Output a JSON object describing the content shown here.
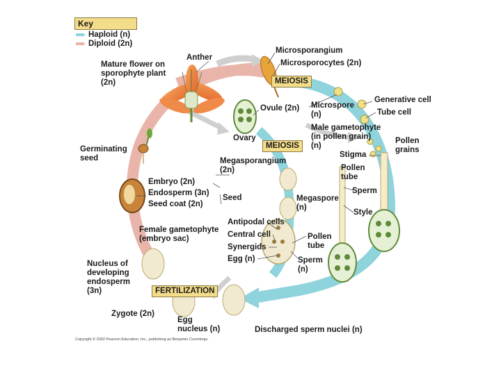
{
  "key": {
    "title": "Key",
    "haploid": "Haploid (n)",
    "diploid": "Diploid (2n)",
    "haploid_color": "#8fd3dc",
    "diploid_color": "#e9b5aa"
  },
  "labels": {
    "anther": "Anther",
    "mature_flower_1": "Mature flower on",
    "mature_flower_2": "sporophyte plant",
    "mature_flower_3": "(2n)",
    "microsporangium": "Microsporangium",
    "microsporocytes": "Microsporocytes (2n)",
    "generative_cell": "Generative cell",
    "tube_cell": "Tube cell",
    "microspore_1": "Microspore",
    "microspore_2": "(n)",
    "ovule": "Ovule (2n)",
    "male_gam_1": "Male gametophyte",
    "male_gam_2": "(in pollen grain)",
    "male_gam_3": "(n)",
    "pollen_grains_1": "Pollen",
    "pollen_grains_2": "grains",
    "ovary": "Ovary",
    "stigma": "Stigma",
    "germinating_1": "Germinating",
    "germinating_2": "seed",
    "megasporangium_1": "Megasporangium",
    "megasporangium_2": "(2n)",
    "pollen_tube_r1": "Pollen",
    "pollen_tube_r2": "tube",
    "sperm_r": "Sperm",
    "embryo": "Embryo (2n)",
    "endosperm": "Endosperm (3n)",
    "seed_coat": "Seed coat (2n)",
    "seed": "Seed",
    "megaspore_1": "Megaspore",
    "megaspore_2": "(n)",
    "style": "Style",
    "antipodal": "Antipodal cells",
    "central": "Central cell",
    "synergids": "Synergids",
    "egg": "Egg (n)",
    "female_gam_1": "Female gametophyte",
    "female_gam_2": "(embryo sac)",
    "pollen_tube_m1": "Pollen",
    "pollen_tube_m2": "tube",
    "sperm_m1": "Sperm",
    "sperm_m2": "(n)",
    "nucleus_1": "Nucleus of",
    "nucleus_2": "developing",
    "nucleus_3": "endosperm",
    "nucleus_4": "(3n)",
    "zygote": "Zygote (2n)",
    "egg_nucleus_1": "Egg",
    "egg_nucleus_2": "nucleus (n)",
    "discharged": "Discharged sperm nuclei (n)"
  },
  "stages": {
    "meiosis_top": "MEIOSIS",
    "meiosis_mid": "MEIOSIS",
    "fertilization": "FERTILIZATION"
  },
  "copyright": "Copyright © 2002 Pearson Education, Inc., publishing as Benjamin Cummings."
}
